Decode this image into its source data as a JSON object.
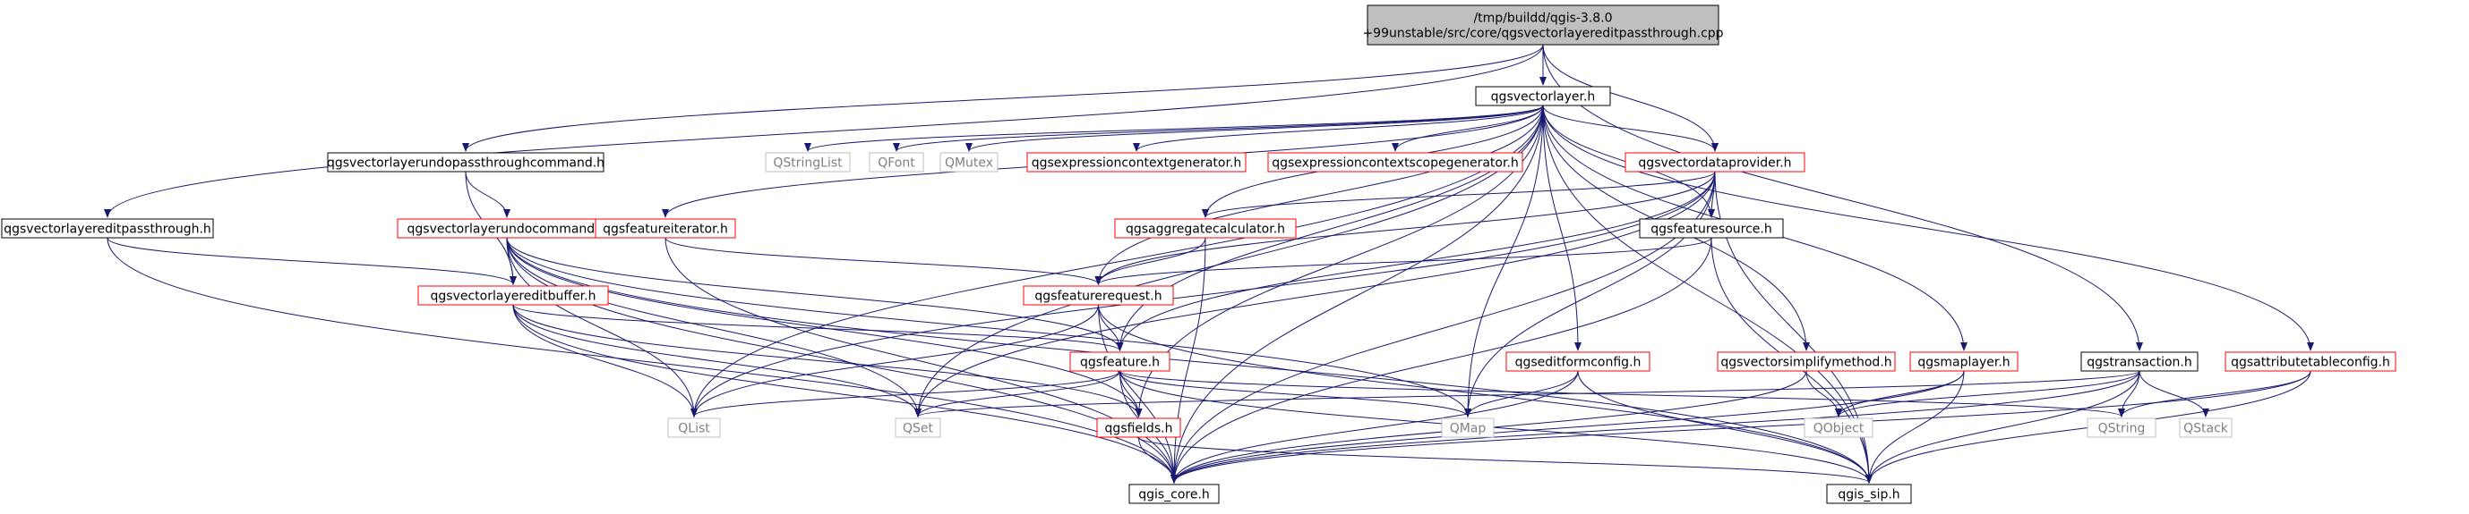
{
  "diagram": {
    "nodes": [
      {
        "id": "root",
        "lines": [
          "/tmp/buildd/qgis-3.8.0",
          "+99unstable/src/core/qgsvectorlayereditpassthrough.cpp"
        ],
        "style": "root"
      },
      {
        "id": "vl",
        "lines": [
          "qgsvectorlayer.h"
        ],
        "style": "black"
      },
      {
        "id": "undopt",
        "lines": [
          "qgsvectorlayerundopassthroughcommand.h"
        ],
        "style": "black"
      },
      {
        "id": "qstrl",
        "lines": [
          "QStringList"
        ],
        "style": "gray"
      },
      {
        "id": "qfont",
        "lines": [
          "QFont"
        ],
        "style": "gray"
      },
      {
        "id": "qmutex",
        "lines": [
          "QMutex"
        ],
        "style": "gray"
      },
      {
        "id": "ecg",
        "lines": [
          "qgsexpressioncontextgenerator.h"
        ],
        "style": "red"
      },
      {
        "id": "escg",
        "lines": [
          "qgsexpressioncontextscopegenerator.h"
        ],
        "style": "red"
      },
      {
        "id": "vdp",
        "lines": [
          "qgsvectordataprovider.h"
        ],
        "style": "red"
      },
      {
        "id": "eptc",
        "lines": [
          "qgsvectorlayereditpassthrough.h"
        ],
        "style": "black"
      },
      {
        "id": "undoc",
        "lines": [
          "qgsvectorlayerundocommand.h"
        ],
        "style": "red"
      },
      {
        "id": "fit",
        "lines": [
          "qgsfeatureiterator.h"
        ],
        "style": "red"
      },
      {
        "id": "agg",
        "lines": [
          "qgsaggregatecalculator.h"
        ],
        "style": "red"
      },
      {
        "id": "fsrc",
        "lines": [
          "qgsfeaturesource.h"
        ],
        "style": "black"
      },
      {
        "id": "ebuf",
        "lines": [
          "qgsvectorlayereditbuffer.h"
        ],
        "style": "red"
      },
      {
        "id": "freq",
        "lines": [
          "qgsfeaturerequest.h"
        ],
        "style": "red"
      },
      {
        "id": "feat",
        "lines": [
          "qgsfeature.h"
        ],
        "style": "red"
      },
      {
        "id": "efc",
        "lines": [
          "qgseditformconfig.h"
        ],
        "style": "red"
      },
      {
        "id": "vsm",
        "lines": [
          "qgsvectorsimplifymethod.h"
        ],
        "style": "red"
      },
      {
        "id": "mapl",
        "lines": [
          "qgsmaplayer.h"
        ],
        "style": "red"
      },
      {
        "id": "trans",
        "lines": [
          "qgstransaction.h"
        ],
        "style": "black"
      },
      {
        "id": "atc",
        "lines": [
          "qgsattributetableconfig.h"
        ],
        "style": "red"
      },
      {
        "id": "qlist",
        "lines": [
          "QList"
        ],
        "style": "gray"
      },
      {
        "id": "qset",
        "lines": [
          "QSet"
        ],
        "style": "gray"
      },
      {
        "id": "fields",
        "lines": [
          "qgsfields.h"
        ],
        "style": "red"
      },
      {
        "id": "qmap",
        "lines": [
          "QMap"
        ],
        "style": "gray"
      },
      {
        "id": "qobj",
        "lines": [
          "QObject"
        ],
        "style": "gray"
      },
      {
        "id": "qstring",
        "lines": [
          "QString"
        ],
        "style": "gray"
      },
      {
        "id": "qstack",
        "lines": [
          "QStack"
        ],
        "style": "gray"
      },
      {
        "id": "core",
        "lines": [
          "qgis_core.h"
        ],
        "style": "black"
      },
      {
        "id": "sip",
        "lines": [
          "qgis_sip.h"
        ],
        "style": "black"
      }
    ],
    "edges": [
      [
        "root",
        "vl"
      ],
      [
        "root",
        "eptc"
      ],
      [
        "root",
        "undopt"
      ],
      [
        "root",
        "vdp"
      ],
      [
        "root",
        "trans"
      ],
      [
        "vl",
        "qstrl"
      ],
      [
        "vl",
        "qfont"
      ],
      [
        "vl",
        "qmutex"
      ],
      [
        "vl",
        "ecg"
      ],
      [
        "vl",
        "escg"
      ],
      [
        "vl",
        "vdp"
      ],
      [
        "vl",
        "fit"
      ],
      [
        "vl",
        "agg"
      ],
      [
        "vl",
        "fsrc"
      ],
      [
        "vl",
        "freq"
      ],
      [
        "vl",
        "feat"
      ],
      [
        "vl",
        "efc"
      ],
      [
        "vl",
        "vsm"
      ],
      [
        "vl",
        "mapl"
      ],
      [
        "vl",
        "atc"
      ],
      [
        "vl",
        "qlist"
      ],
      [
        "vl",
        "qset"
      ],
      [
        "vl",
        "fields"
      ],
      [
        "vl",
        "qmap"
      ],
      [
        "vl",
        "core"
      ],
      [
        "vl",
        "sip"
      ],
      [
        "undopt",
        "undoc"
      ],
      [
        "undopt",
        "ebuf"
      ],
      [
        "eptc",
        "ebuf"
      ],
      [
        "eptc",
        "core"
      ],
      [
        "undoc",
        "ebuf"
      ],
      [
        "undoc",
        "feat"
      ],
      [
        "undoc",
        "fields"
      ],
      [
        "undoc",
        "qlist"
      ],
      [
        "undoc",
        "qset"
      ],
      [
        "undoc",
        "qmap"
      ],
      [
        "undoc",
        "core"
      ],
      [
        "undoc",
        "sip"
      ],
      [
        "fit",
        "freq"
      ],
      [
        "fit",
        "core"
      ],
      [
        "vdp",
        "agg"
      ],
      [
        "vdp",
        "fsrc"
      ],
      [
        "vdp",
        "freq"
      ],
      [
        "vdp",
        "feat"
      ],
      [
        "vdp",
        "qlist"
      ],
      [
        "vdp",
        "qset"
      ],
      [
        "vdp",
        "qmap"
      ],
      [
        "vdp",
        "core"
      ],
      [
        "vdp",
        "sip"
      ],
      [
        "agg",
        "freq"
      ],
      [
        "agg",
        "core"
      ],
      [
        "fsrc",
        "freq"
      ],
      [
        "fsrc",
        "core"
      ],
      [
        "fsrc",
        "sip"
      ],
      [
        "ebuf",
        "feat"
      ],
      [
        "ebuf",
        "fields"
      ],
      [
        "ebuf",
        "qlist"
      ],
      [
        "ebuf",
        "qset"
      ],
      [
        "ebuf",
        "core"
      ],
      [
        "freq",
        "feat"
      ],
      [
        "freq",
        "qlist"
      ],
      [
        "freq",
        "core"
      ],
      [
        "freq",
        "sip"
      ],
      [
        "feat",
        "fields"
      ],
      [
        "feat",
        "qlist"
      ],
      [
        "feat",
        "qset"
      ],
      [
        "feat",
        "qmap"
      ],
      [
        "feat",
        "qstring"
      ],
      [
        "feat",
        "core"
      ],
      [
        "feat",
        "sip"
      ],
      [
        "fields",
        "core"
      ],
      [
        "fields",
        "sip"
      ],
      [
        "efc",
        "qmap"
      ],
      [
        "efc",
        "core"
      ],
      [
        "efc",
        "sip"
      ],
      [
        "vsm",
        "qobj"
      ],
      [
        "vsm",
        "core"
      ],
      [
        "mapl",
        "qobj"
      ],
      [
        "mapl",
        "core"
      ],
      [
        "mapl",
        "sip"
      ],
      [
        "trans",
        "qobj"
      ],
      [
        "trans",
        "qstring"
      ],
      [
        "trans",
        "qstack"
      ],
      [
        "trans",
        "qset"
      ],
      [
        "trans",
        "core"
      ],
      [
        "trans",
        "sip"
      ],
      [
        "atc",
        "qstring"
      ],
      [
        "atc",
        "core"
      ],
      [
        "atc",
        "sip"
      ]
    ]
  },
  "colors": {
    "edge": "#191970",
    "root_fill": "#bfbfbf",
    "black_border": "#000000",
    "red_border": "#ff0000",
    "gray_border": "#bfbfbf",
    "gray_text": "#808080",
    "text": "#000000"
  }
}
